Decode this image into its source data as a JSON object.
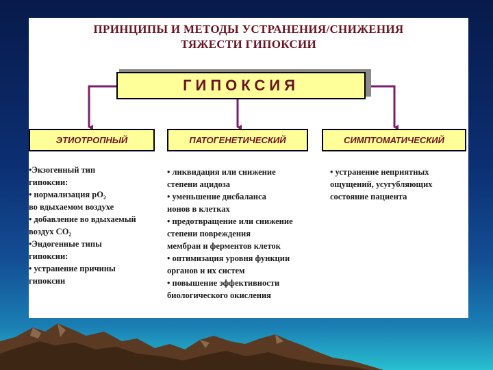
{
  "title": {
    "line1": "ПРИНЦИПЫ И МЕТОДЫ УСТРАНЕНИЯ/СНИЖЕНИЯ",
    "line2": "ТЯЖЕСТИ ГИПОКСИИ"
  },
  "main_box": {
    "label": "ГИПОКСИЯ"
  },
  "categories": [
    {
      "label": "ЭТИОТРОПНЫЙ"
    },
    {
      "label": "ПАТОГЕНЕТИЧЕСКИЙ"
    },
    {
      "label": "СИМПТОМАТИЧЕСКИЙ"
    }
  ],
  "columns": {
    "etiotropic": [
      "•Экзогенный тип",
      "  гипоксии:",
      "• нормализация pO₂",
      "  во вдыхаемом воздухе",
      "• добавление во вдыхаемый",
      "  воздух CO₂",
      " •Эндогенные типы",
      "   гипоксии:",
      "• устранение причины",
      "  гипоксии"
    ],
    "pathogenetic": [
      "• ликвидация или снижение",
      "  степени ацидоза",
      "• уменьшение дисбаланса",
      "  ионов в клетках",
      "• предотвращение или снижение",
      "  степени повреждения",
      "  мембран и ферментов клеток",
      "• оптимизация уровня функции",
      "  органов и их систем",
      "• повышение эффективности",
      "  биологического окисления"
    ],
    "symptomatic": [
      "• устранение неприятных",
      "  ощущений, усугубляющих",
      "  состояние пациента"
    ]
  },
  "colors": {
    "accent_text": "#6b1323",
    "box_fill": "#ffff99",
    "connector": "#7a1f6e"
  }
}
